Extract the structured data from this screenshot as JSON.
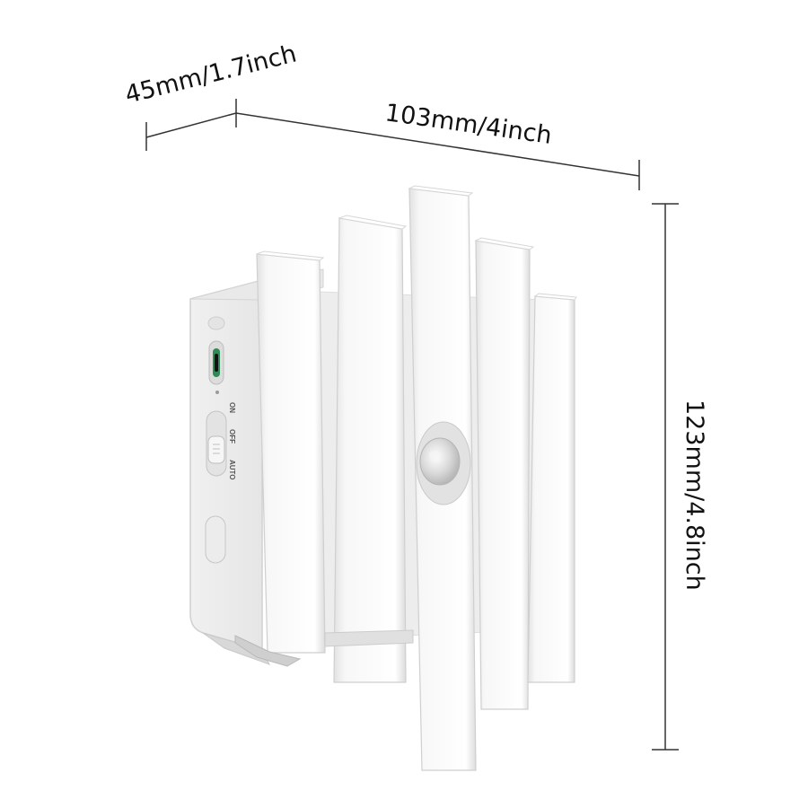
{
  "dimensions": {
    "depth": "45mm/1.7inch",
    "width": "103mm/4inch",
    "height": "123mm/4.8inch"
  },
  "switch_labels": {
    "on": "ON",
    "off": "OFF",
    "auto": "AUTO"
  },
  "colors": {
    "background": "#ffffff",
    "product_body": "#f3f3f3",
    "dimension_lines": "#333333",
    "usb_port_accent": "#2e8b57"
  }
}
